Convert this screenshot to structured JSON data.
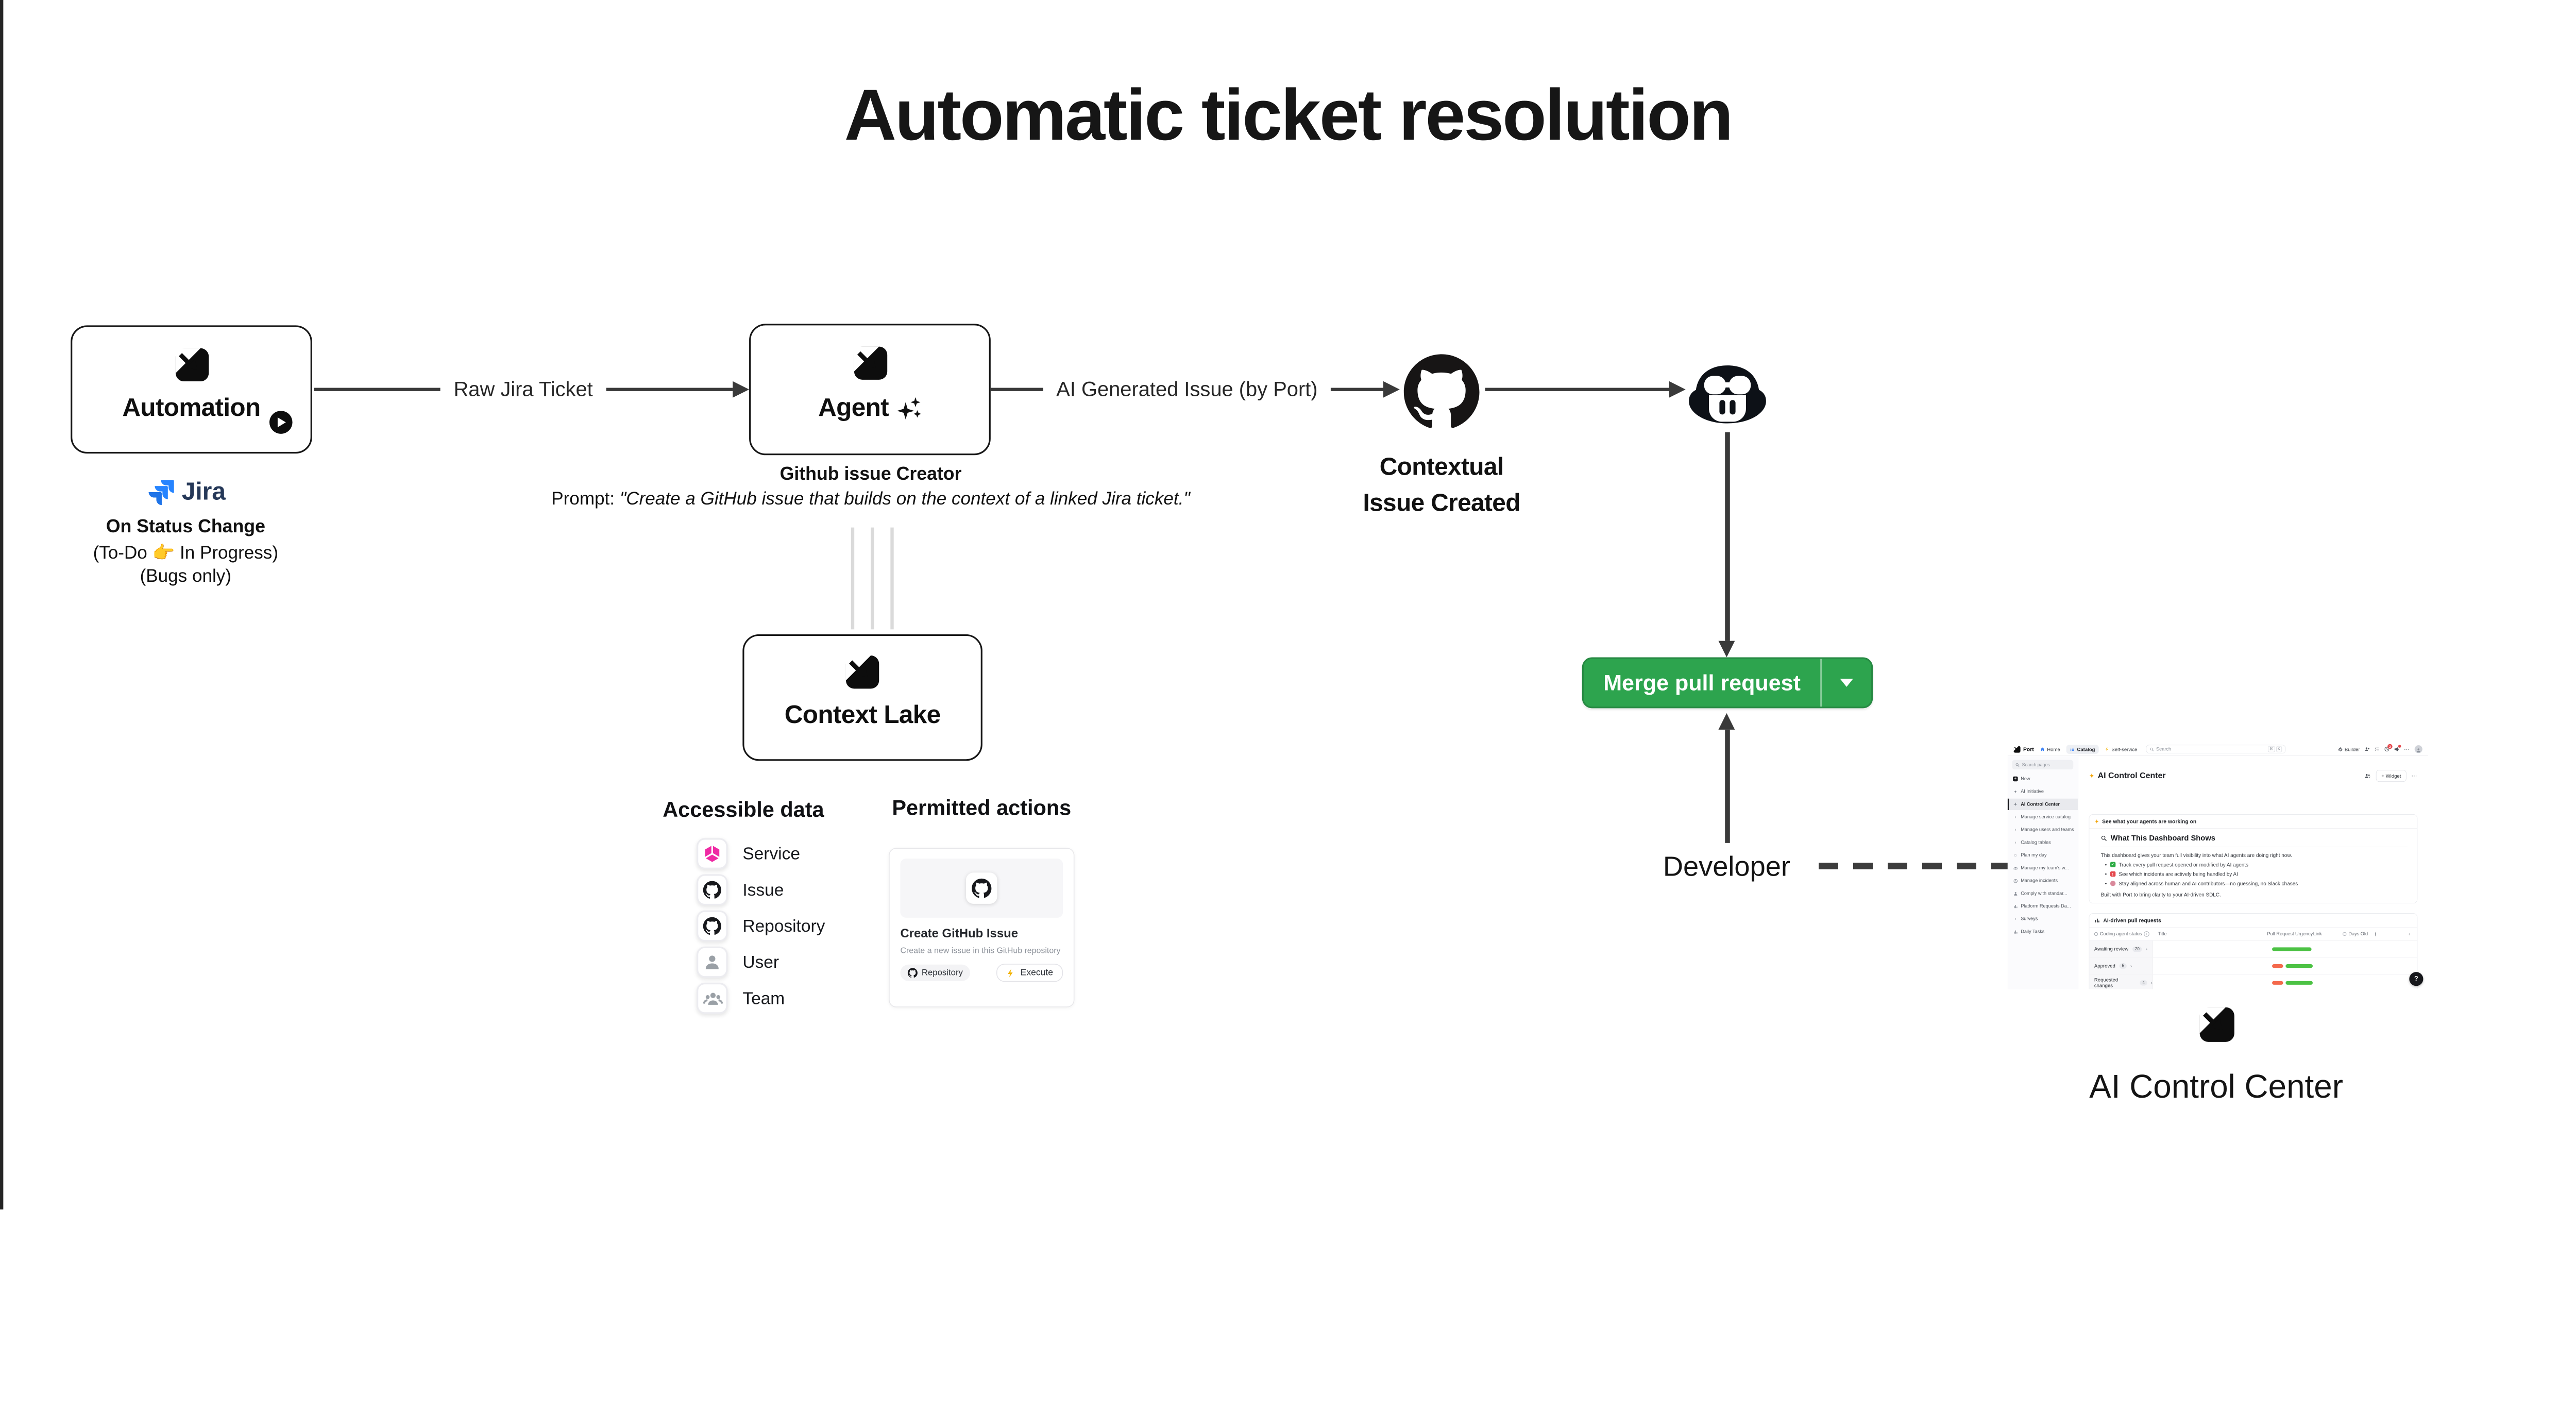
{
  "title": "Automatic ticket resolution",
  "colors": {
    "arrow": "#3a3a3a",
    "merge_green": "#2da44e",
    "jira_blue": "#2684ff",
    "jira_text": "#253858",
    "service_pink": "#ef2aa4",
    "execute_yellow": "#f2b200",
    "urgency_green": "#4cc244",
    "urgency_red": "#f4694c",
    "accent_blue": "#3b82f6"
  },
  "diagram": {
    "automation": {
      "label": "Automation"
    },
    "jira": {
      "brand": "Jira",
      "line1": "On Status Change",
      "line2": "(To-Do 👉 In Progress)",
      "line3": "(Bugs only)"
    },
    "edge_raw": "Raw Jira Ticket",
    "agent": {
      "label": "Agent"
    },
    "agent_caption": {
      "name": "Github issue Creator",
      "prompt_label": "Prompt:",
      "prompt_quote": "\"Create a GitHub issue that builds on the context of a linked Jira ticket.\""
    },
    "edge_ai": "AI Generated Issue (by Port)",
    "github_caption": {
      "line1": "Contextual",
      "line2": "Issue Created"
    },
    "merge_button": {
      "label": "Merge pull request"
    },
    "developer": "Developer",
    "context_lake": {
      "label": "Context Lake"
    },
    "accessible": {
      "header": "Accessible data",
      "items": [
        {
          "label": "Service"
        },
        {
          "label": "Issue"
        },
        {
          "label": "Repository"
        },
        {
          "label": "User"
        },
        {
          "label": "Team"
        }
      ]
    },
    "permitted": {
      "header": "Permitted actions",
      "card": {
        "title": "Create GitHub Issue",
        "description": "Create a new issue in this GitHub repository",
        "badge": "Repository",
        "execute": "Execute"
      }
    },
    "acc_label": "AI Control Center"
  },
  "dash": {
    "nav": {
      "brand": "Port",
      "home": "Home",
      "catalog": "Catalog",
      "self_service": "Self-service",
      "search": "Search",
      "key1": "⌘",
      "key2": "K",
      "builder": "Builder",
      "badge": "2"
    },
    "sidebar": {
      "search": "Search pages",
      "items": [
        {
          "label": "New"
        },
        {
          "label": "AI Initiative"
        },
        {
          "label": "AI Control Center"
        },
        {
          "label": "Manage service catalog"
        },
        {
          "label": "Manage users and teams"
        },
        {
          "label": "Catalog tables"
        },
        {
          "label": "Plan my day"
        },
        {
          "label": "Manage my team's w..."
        },
        {
          "label": "Manage incidents"
        },
        {
          "label": "Comply with standar..."
        },
        {
          "label": "Platform Requests Da..."
        },
        {
          "label": "Surveys"
        },
        {
          "label": "Daily Tasks"
        }
      ]
    },
    "main": {
      "title": "AI Control Center",
      "widget": "+ Widget",
      "agents_line": "See what your agents are working on",
      "dash_title": "What This Dashboard Shows",
      "intro": "This dashboard gives your team full visibility into what AI agents are doing right now.",
      "bullets": [
        {
          "text": "Track every pull request opened or modified by AI agents"
        },
        {
          "text": "See which incidents are actively being handled by AI"
        },
        {
          "text": "Stay aligned across human and AI contributors—no guessing, no Slack chases"
        }
      ],
      "outro": "Built with Port to bring clarity to your AI-driven SDLC.",
      "help": "?"
    },
    "table": {
      "title": "AI-driven pull requests",
      "columns": [
        "Coding agent status",
        "Title",
        "Pull Request Urgency",
        "Link",
        "Days Old",
        "(",
        "+"
      ],
      "rows": [
        {
          "status": "Awaiting review",
          "count": "20"
        },
        {
          "status": "Approved",
          "count": "5"
        },
        {
          "status": "Requested changes",
          "count": "4"
        }
      ]
    }
  }
}
